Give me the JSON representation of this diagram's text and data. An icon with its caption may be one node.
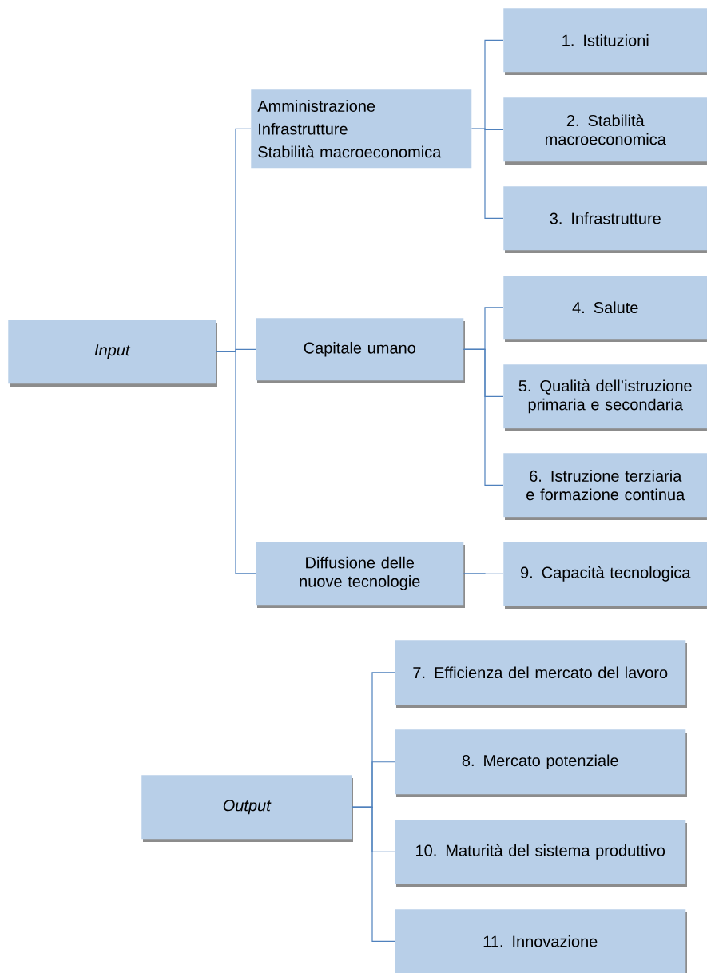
{
  "diagram": {
    "nodes": [
      {
        "text": [
          "Input"
        ]
      },
      {
        "text": [
          "Amministrazione",
          "Infrastrutture",
          "Stabilità macroeconomica"
        ]
      },
      {
        "text": [
          "Capitale umano"
        ]
      },
      {
        "text": [
          "Diffusione delle nuove tecnologie"
        ]
      },
      {
        "text": [
          "1. Istituzioni"
        ]
      },
      {
        "text": [
          "2. Stabilità macroeconomica"
        ]
      },
      {
        "text": [
          "3. Infrastrutture"
        ]
      },
      {
        "text": [
          "4. Salute"
        ]
      },
      {
        "text": [
          "5. Qualità dell’istruzione primaria e secondaria"
        ]
      },
      {
        "text": [
          "6. Istruzione terziaria e formazione continua"
        ]
      },
      {
        "text": [
          "9. Capacità tecnologica"
        ]
      },
      {
        "text": [
          "Output"
        ]
      },
      {
        "text": [
          "7. Efficienza del mercato del lavoro"
        ]
      },
      {
        "text": [
          "8. Mercato potenziale"
        ]
      },
      {
        "text": [
          "10. Maturità del sistema produttivo"
        ]
      },
      {
        "text": [
          "11. Innovazione"
        ]
      }
    ],
    "edges": [
      {
        "from": 0,
        "to": 1,
        "arrow": "none"
      },
      {
        "from": 0,
        "to": 2,
        "arrow": "none"
      },
      {
        "from": 0,
        "to": 3,
        "arrow": "none"
      },
      {
        "from": 1,
        "to": 4,
        "arrow": "none"
      },
      {
        "from": 1,
        "to": 5,
        "arrow": "none"
      },
      {
        "from": 1,
        "to": 6,
        "arrow": "none"
      },
      {
        "from": 2,
        "to": 7,
        "arrow": "none"
      },
      {
        "from": 2,
        "to": 8,
        "arrow": "none"
      },
      {
        "from": 2,
        "to": 9,
        "arrow": "none"
      },
      {
        "from": 3,
        "to": 10,
        "arrow": "none"
      },
      {
        "from": 11,
        "to": 12,
        "arrow": "none"
      },
      {
        "from": 11,
        "to": 13,
        "arrow": "none"
      },
      {
        "from": 11,
        "to": 14,
        "arrow": "none"
      },
      {
        "from": 11,
        "to": 15,
        "arrow": "none"
      }
    ]
  }
}
